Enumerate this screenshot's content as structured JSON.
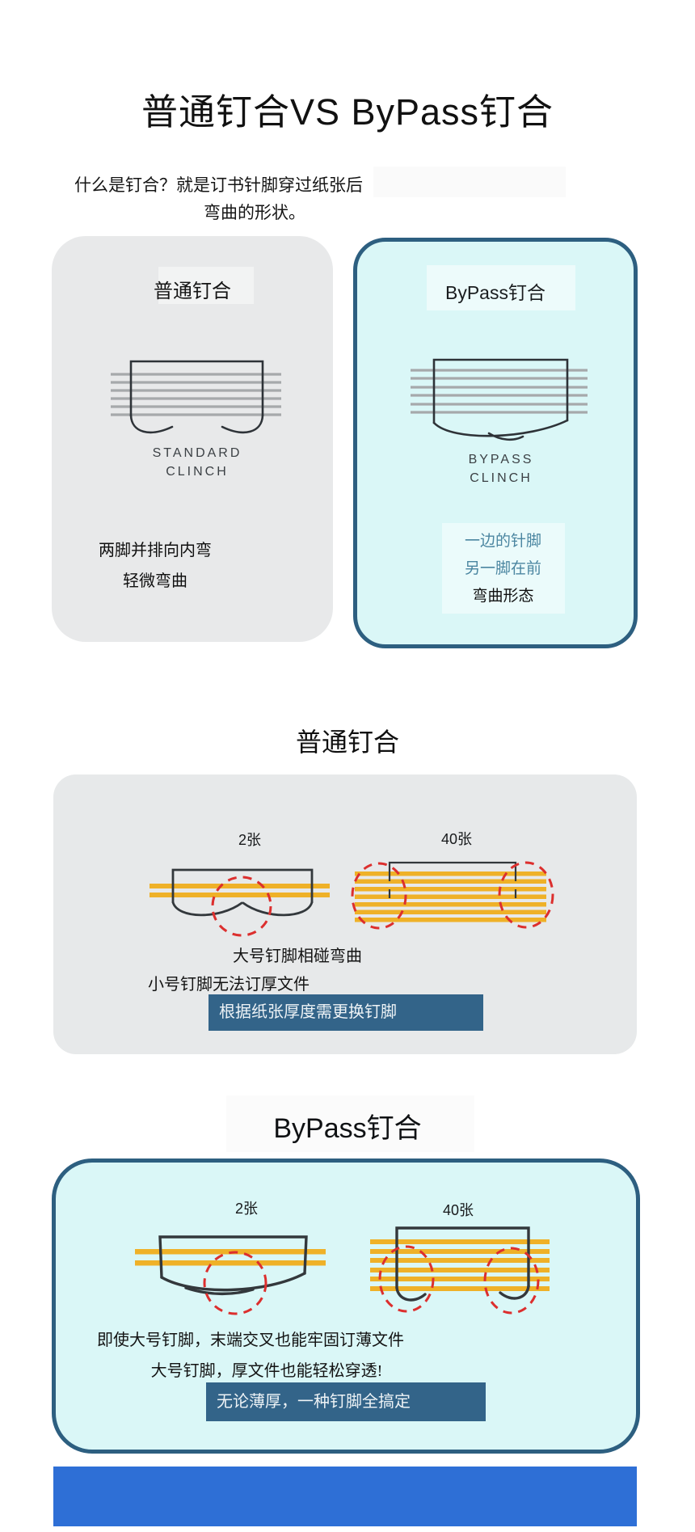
{
  "page": {
    "title": "普通钉合VS ByPass钉合",
    "intro_line1": "什么是钉合？就是订书针脚穿过纸张后",
    "intro_line2": "弯曲的形状。"
  },
  "compare_cards": {
    "standard": {
      "title": "普通钉合",
      "caption_line1": "STANDARD",
      "caption_line2": "CLINCH",
      "note_line1": "两脚并排向内弯",
      "note_line2": "轻微弯曲"
    },
    "bypass": {
      "title": "ByPass钉合",
      "caption_line1": "BYPASS",
      "caption_line2": "CLINCH",
      "note_line1": "一边的针脚",
      "note_line2": "另一脚在前",
      "note_line3": "弯曲形态"
    }
  },
  "standard_section": {
    "heading": "普通钉合",
    "thin_label": "2张",
    "thick_label": "40张",
    "note_line1": "大号钉脚相碰弯曲",
    "note_line2": "小号钉脚无法订厚文件",
    "banner": "根据纸张厚度需更换钉脚"
  },
  "bypass_section": {
    "heading": "ByPass钉合",
    "thin_label": "2张",
    "thick_label": "40张",
    "note_line1": "即使大号钉脚，末端交叉也能牢固订薄文件",
    "note_line2": "大号钉脚，厚文件也能轻松穿透!",
    "banner": "无论薄厚，一种钉脚全搞定"
  },
  "colors": {
    "card_gray": "#e8e9ea",
    "panel_gray": "#e7e9ea",
    "cyan_fill": "#daf7f7",
    "teal_border": "#2d5f80",
    "banner_blue": "#336489",
    "paper_yellow": "#efb128",
    "highlight_red": "#dc2f2e",
    "teal_text": "#4b86a1",
    "staple_dark": "#2e3338",
    "paper_gray": "#a6a9ab",
    "footer_blue": "#2e6fd6"
  }
}
